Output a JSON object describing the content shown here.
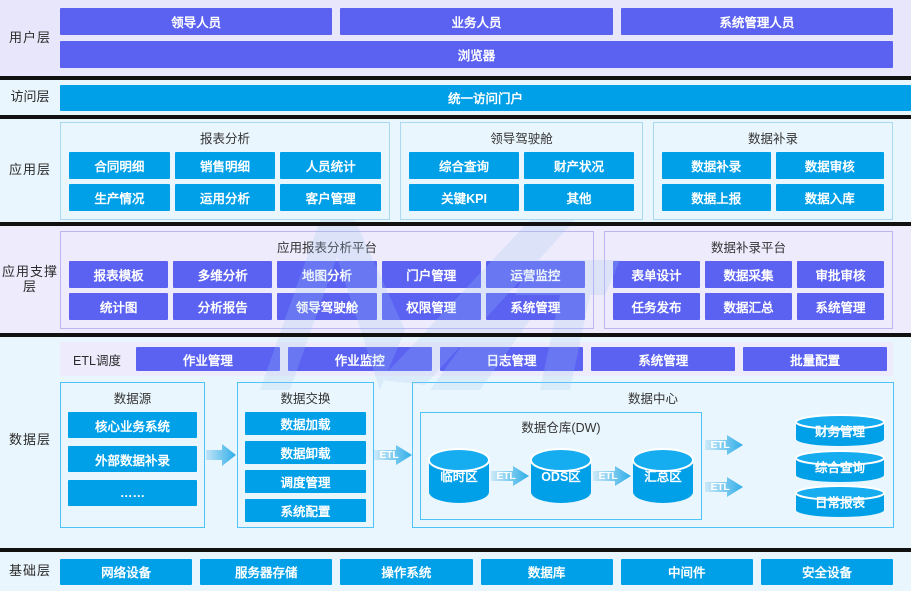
{
  "layers": {
    "user": {
      "label": "用户层",
      "roles": [
        "领导人员",
        "业务人员",
        "系统管理人员"
      ],
      "client": "浏览器"
    },
    "access": {
      "label": "访问层",
      "portal": "统一访问门户"
    },
    "application": {
      "label": "应用层",
      "groups": [
        {
          "title": "报表分析",
          "items": [
            "合同明细",
            "销售明细",
            "人员统计",
            "生产情况",
            "运用分析",
            "客户管理"
          ]
        },
        {
          "title": "领导驾驶舱",
          "items": [
            "综合查询",
            "财产状况",
            "关键KPI",
            "其他"
          ]
        },
        {
          "title": "数据补录",
          "items": [
            "数据补录",
            "数据审核",
            "数据上报",
            "数据入库"
          ]
        }
      ]
    },
    "support": {
      "label": "应用支撑层",
      "groups": [
        {
          "title": "应用报表分析平台",
          "items": [
            "报表模板",
            "多维分析",
            "地图分析",
            "门户管理",
            "运营监控",
            "统计图",
            "分析报告",
            "领导驾驶舱",
            "权限管理",
            "系统管理"
          ]
        },
        {
          "title": "数据补录平台",
          "items": [
            "表单设计",
            "数据采集",
            "审批审核",
            "任务发布",
            "数据汇总",
            "系统管理"
          ]
        }
      ]
    },
    "data": {
      "label": "数据层",
      "etl_schedule": {
        "label": "ETL调度",
        "items": [
          "作业管理",
          "作业监控",
          "日志管理",
          "系统管理",
          "批量配置"
        ]
      },
      "source": {
        "title": "数据源",
        "items": [
          "核心业务系统",
          "外部数据补录",
          "……"
        ]
      },
      "exchange": {
        "title": "数据交换",
        "items": [
          "数据加载",
          "数据卸载",
          "调度管理",
          "系统配置"
        ]
      },
      "center": {
        "title": "数据中心",
        "warehouse": {
          "title": "数据仓库(DW)",
          "zones": [
            "临时区",
            "ODS区",
            "汇总区"
          ]
        },
        "outputs": [
          "财务管理",
          "综合查询",
          "日常报表"
        ],
        "arrow_label": "ETL"
      }
    },
    "base": {
      "label": "基础层",
      "items": [
        "网络设备",
        "服务器存储",
        "操作系统",
        "数据库",
        "中间件",
        "安全设备"
      ]
    }
  },
  "colors": {
    "blue": "#00A0E9",
    "purple": "#5B62F2",
    "user_bg": "#E8E6FA",
    "light_blue_bg": "#EAF6FD",
    "light_purple_bg": "#EDEBFC",
    "separator": "#111111"
  }
}
